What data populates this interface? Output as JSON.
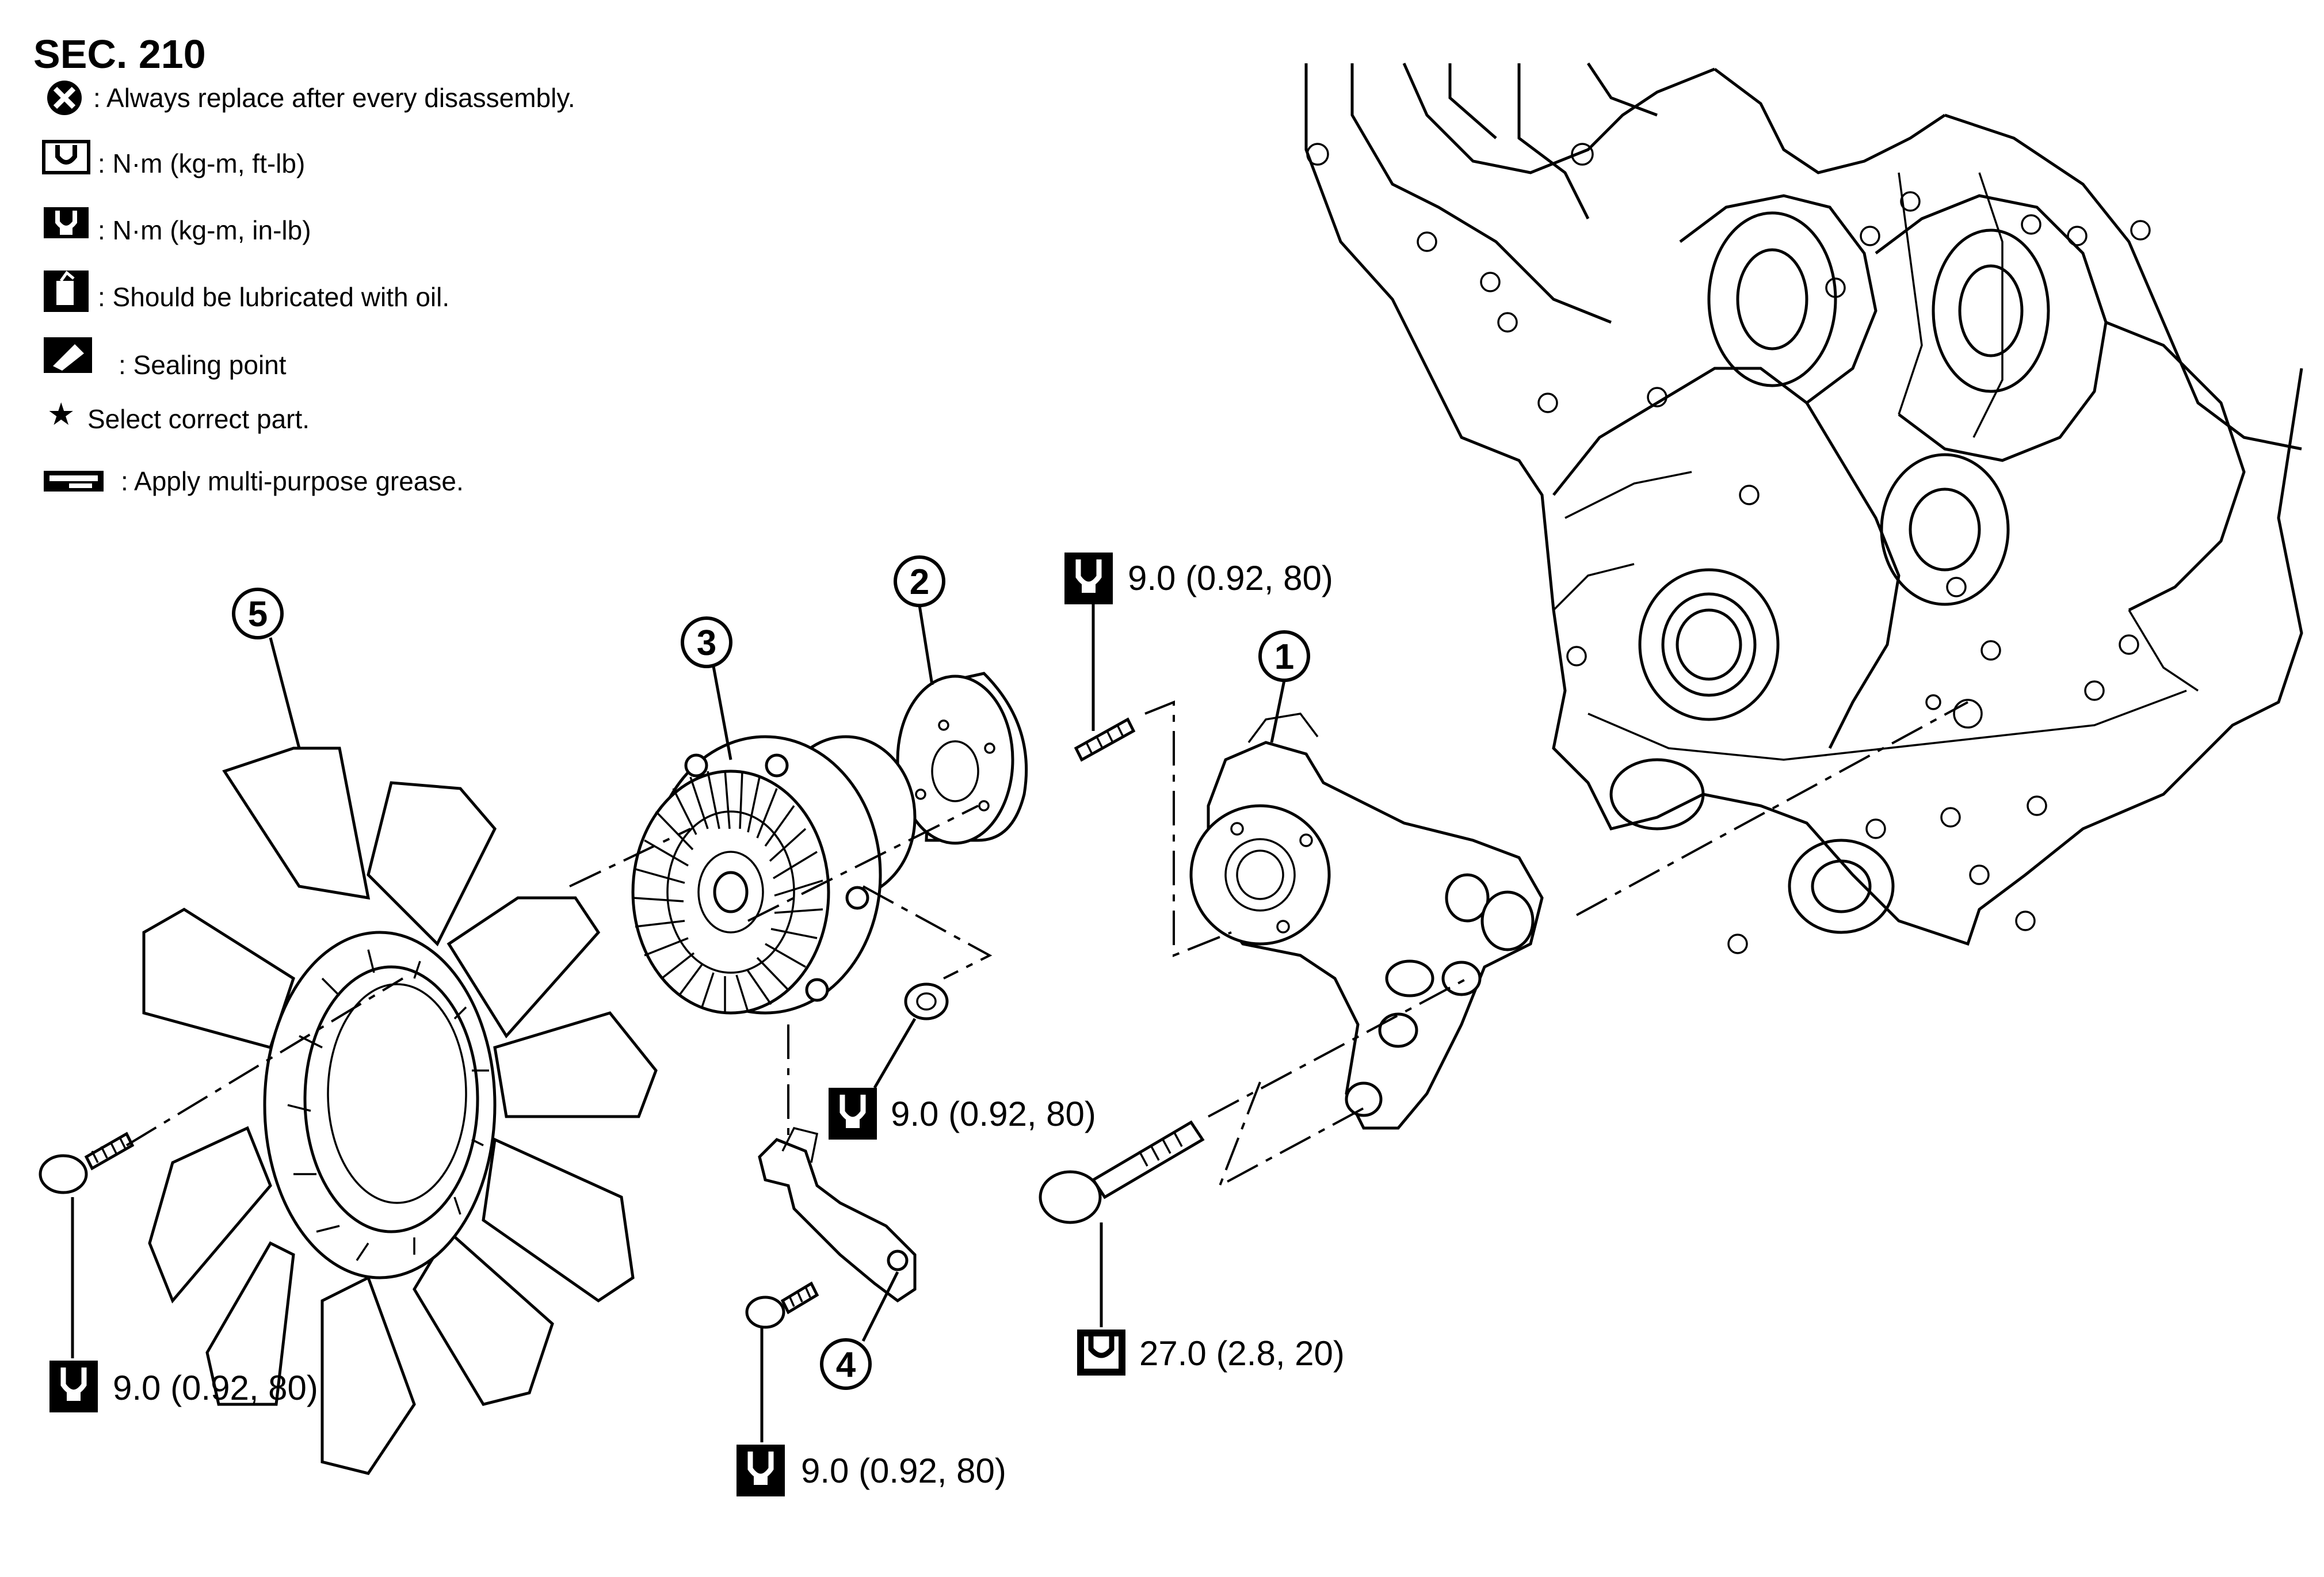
{
  "section": "SEC. 210",
  "legend": [
    {
      "icon": "always-replace-icon",
      "text": ": Always replace after every disassembly."
    },
    {
      "icon": "torque-ftlb-icon",
      "text": ": N·m (kg-m, ft-lb)"
    },
    {
      "icon": "torque-inlb-icon",
      "text": ": N·m (kg-m, in-lb)"
    },
    {
      "icon": "oil-can-icon",
      "text": ": Should be lubricated with oil."
    },
    {
      "icon": "sealing-point-icon",
      "text": ": Sealing point"
    },
    {
      "icon": "star-icon",
      "text": "Select correct part."
    },
    {
      "icon": "grease-icon",
      "text": ": Apply multi-purpose grease."
    }
  ],
  "callouts": [
    "1",
    "2",
    "3",
    "4",
    "5"
  ],
  "torques": [
    {
      "icon": "torque-inlb-icon",
      "text": "9.0 (0.92, 80)"
    },
    {
      "icon": "torque-inlb-icon",
      "text": "9.0 (0.92, 80)"
    },
    {
      "icon": "torque-inlb-icon",
      "text": "9.0 (0.92, 80)"
    },
    {
      "icon": "torque-inlb-icon",
      "text": "9.0 (0.92, 80)"
    },
    {
      "icon": "torque-ftlb-icon",
      "text": "27.0 (2.8, 20)"
    }
  ]
}
